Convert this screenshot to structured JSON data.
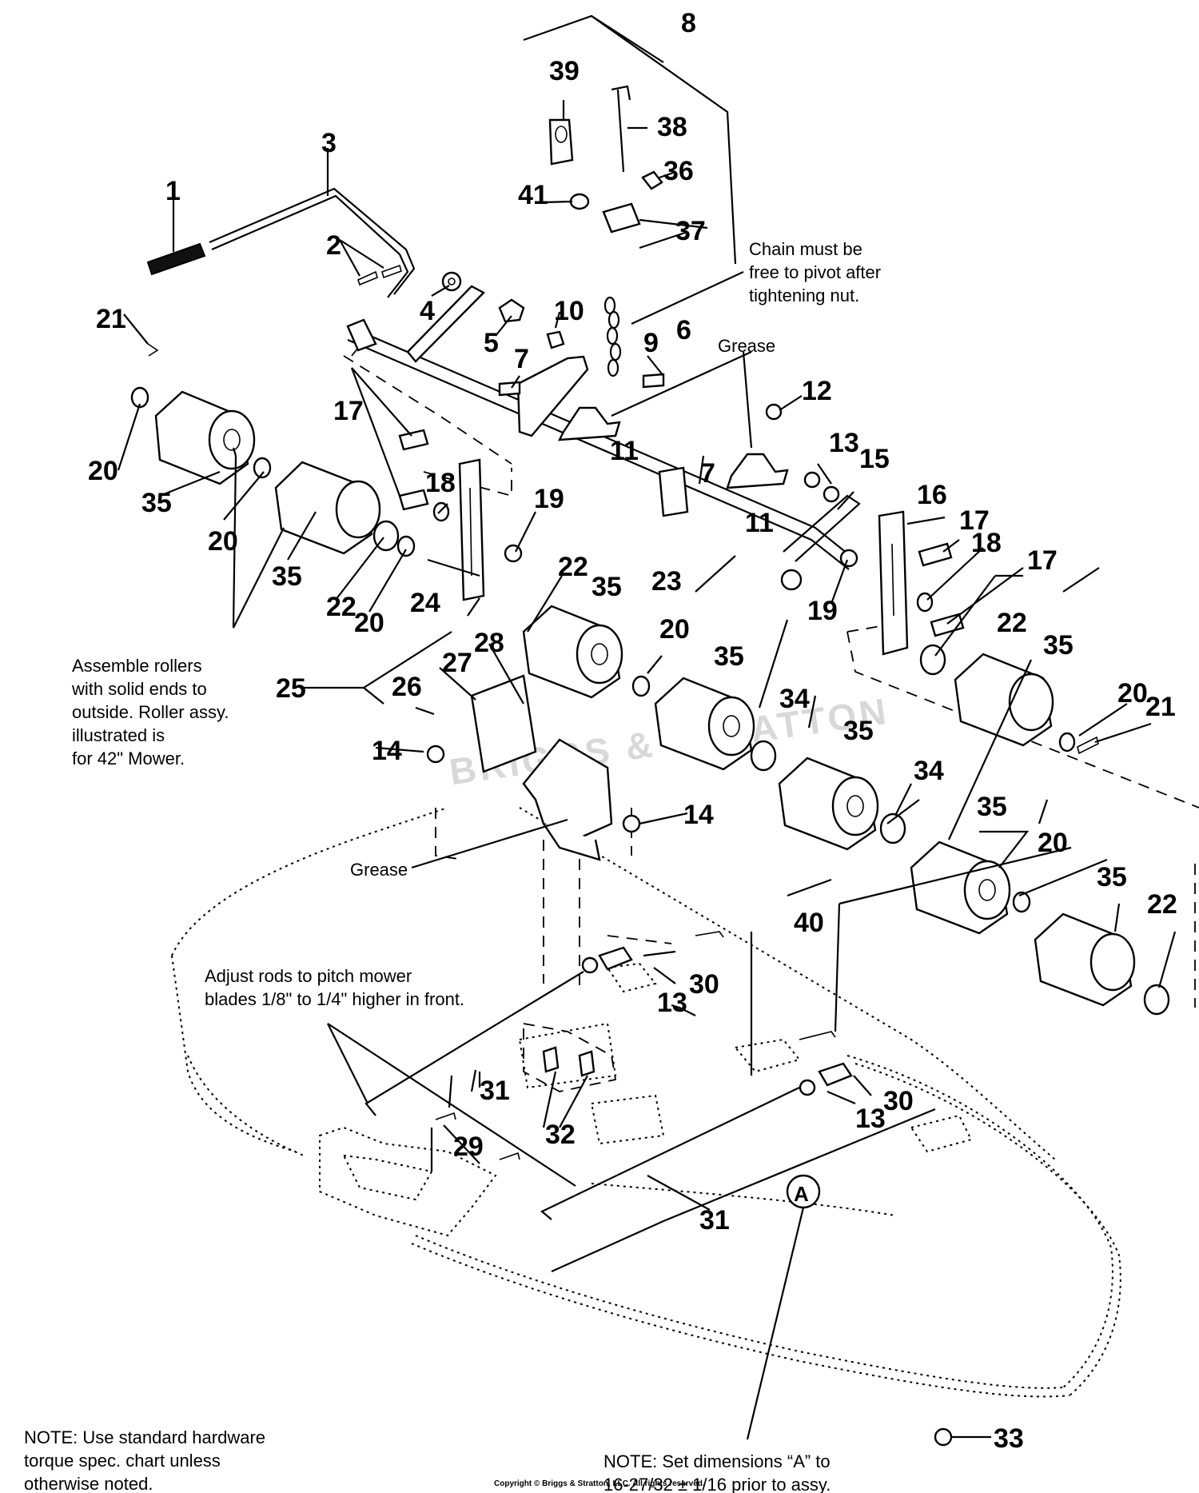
{
  "callouts": {
    "n1": "1",
    "n2": "2",
    "n3": "3",
    "n4": "4",
    "n5": "5",
    "n6": "6",
    "n7a": "7",
    "n7b": "7",
    "n8": "8",
    "n9": "9",
    "n10": "10",
    "n11a": "11",
    "n11b": "11",
    "n12": "12",
    "n13a": "13",
    "n13b": "13",
    "n13c": "13",
    "n14a": "14",
    "n14b": "14",
    "n15": "15",
    "n16": "16",
    "n17a": "17",
    "n17b": "17",
    "n17c": "17",
    "n18a": "18",
    "n18b": "18",
    "n19a": "19",
    "n19b": "19",
    "n20a": "20",
    "n20b": "20",
    "n20c": "20",
    "n20d": "20",
    "n20e": "20",
    "n20f": "20",
    "n21a": "21",
    "n21b": "21",
    "n22a": "22",
    "n22b": "22",
    "n22c": "22",
    "n22d": "22",
    "n23": "23",
    "n24": "24",
    "n25": "25",
    "n26": "26",
    "n27": "27",
    "n28": "28",
    "n29": "29",
    "n30a": "30",
    "n30b": "30",
    "n31a": "31",
    "n31b": "31",
    "n32": "32",
    "n33": "33",
    "n34a": "34",
    "n34b": "34",
    "n35a": "35",
    "n35b": "35",
    "n35c": "35",
    "n35d": "35",
    "n35e": "35",
    "n35f": "35",
    "n35g": "35",
    "n36": "36",
    "n37": "37",
    "n38": "38",
    "n39": "39",
    "n40": "40",
    "n41": "41",
    "dimA": "A"
  },
  "notes": {
    "chain_line1": "Chain must be",
    "chain_line2": "free to pivot after",
    "chain_line3": "tightening nut.",
    "grease_top": "Grease",
    "grease_bottom": "Grease",
    "rollers_line1": "Assemble rollers",
    "rollers_line2": "with solid ends to",
    "rollers_line3": "outside. Roller assy.",
    "rollers_line4": "illustrated is",
    "rollers_line5": "for 42\" Mower.",
    "adjust_line1": "Adjust rods to pitch mower",
    "adjust_line2": "blades 1/8\" to 1/4\" higher in front.",
    "hardware_line1": "NOTE: Use standard hardware",
    "hardware_line2": "torque spec. chart unless",
    "hardware_line3": "otherwise noted.",
    "dim_line1": "NOTE: Set dimensions “A” to",
    "dim_line2": "16-27/32 ± 1/16 prior to assy."
  },
  "watermark": "BRIGGS & STRATTON",
  "copyright": "Copyright © Briggs & Stratton, LLC. All rights reserved."
}
